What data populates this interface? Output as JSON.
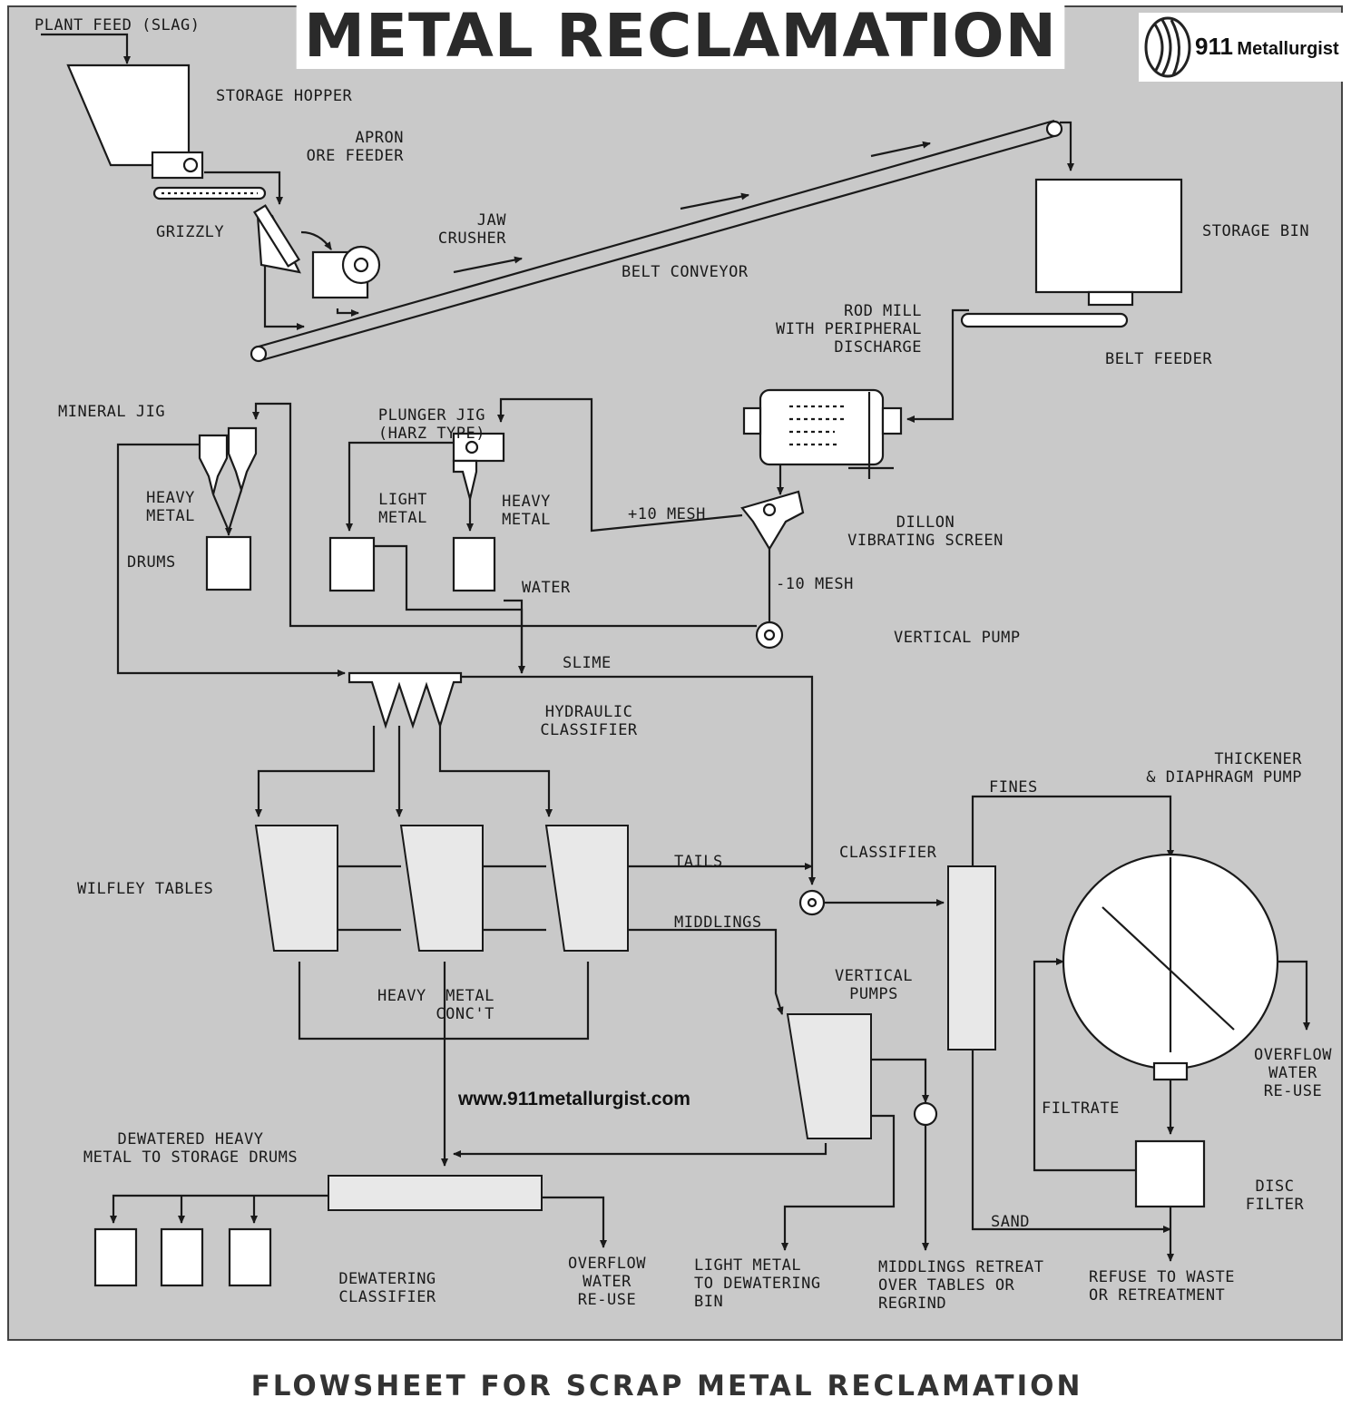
{
  "header": {
    "title": "METAL RECLAMATION",
    "logo_number": "911",
    "logo_word": "Metallurgist"
  },
  "labels": {
    "plant_feed": "PLANT FEED (SLAG)",
    "storage_hopper": "STORAGE HOPPER",
    "apron_ore_feeder": "APRON\nORE FEEDER",
    "grizzly": "GRIZZLY",
    "jaw_crusher": "JAW\nCRUSHER",
    "belt_conveyor": "BELT CONVEYOR",
    "storage_bin": "STORAGE BIN",
    "rod_mill": "ROD MILL\nWITH PERIPHERAL\nDISCHARGE",
    "belt_feeder": "BELT FEEDER",
    "mineral_jig": "MINERAL JIG",
    "plunger_jig": "PLUNGER JIG\n(HARZ TYPE)",
    "heavy_metal_left": "HEAVY\nMETAL",
    "drums": "DRUMS",
    "light_metal": "LIGHT\nMETAL",
    "heavy_metal_mid": "HEAVY\nMETAL",
    "plus_10_mesh": "+10 MESH",
    "dillon_screen": "DILLON\nVIBRATING SCREEN",
    "minus_10_mesh": "-10 MESH",
    "water": "WATER",
    "vertical_pump": "VERTICAL PUMP",
    "slime": "SLIME",
    "hydraulic_classifier": "HYDRAULIC\nCLASSIFIER",
    "thickener": "THICKENER\n& DIAPHRAGM PUMP",
    "fines": "FINES",
    "classifier": "CLASSIFIER",
    "tails": "TAILS",
    "wilfley_tables": "WILFLEY TABLES",
    "middlings": "MIDDLINGS",
    "vertical_pumps": "VERTICAL\nPUMPS",
    "heavy_metal_conct": "HEAVY  METAL\n      CONC'T",
    "overflow_water_right": "OVERFLOW\nWATER\nRE-USE",
    "filtrate": "FILTRATE",
    "dewatered_heavy_metal": "DEWATERED HEAVY\nMETAL TO STORAGE DRUMS",
    "disc_filter": "DISC\nFILTER",
    "sand": "SAND",
    "dewatering_classifier": "DEWATERING\nCLASSIFIER",
    "overflow_water_bottom": "OVERFLOW\nWATER\nRE-USE",
    "light_metal_dewatering": "LIGHT METAL\nTO DEWATERING\nBIN",
    "middlings_retreat": "MIDDLINGS RETREAT\nOVER TABLES OR\nREGRIND",
    "refuse": "REFUSE TO WASTE\nOR RETREATMENT"
  },
  "website": "www.911metallurgist.com",
  "caption": "FLOWSHEET FOR SCRAP METAL RECLAMATION"
}
